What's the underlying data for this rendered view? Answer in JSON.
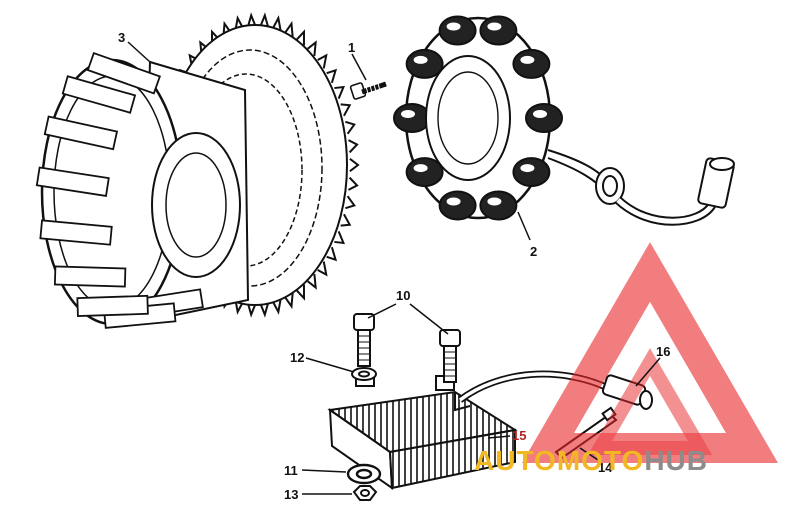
{
  "callouts": {
    "c1": "1",
    "c2": "2",
    "c3": "3",
    "c10": "10",
    "c11": "11",
    "c12": "12",
    "c13": "13",
    "c14": "14",
    "c15": "15",
    "c16": "16"
  },
  "watermark": {
    "part1": "AUTO",
    "part2": "MOTO",
    "part3": "HUB",
    "colors": {
      "red": "#e8262a",
      "gold": "#f2b824",
      "grey": "#8c8c8c"
    }
  }
}
